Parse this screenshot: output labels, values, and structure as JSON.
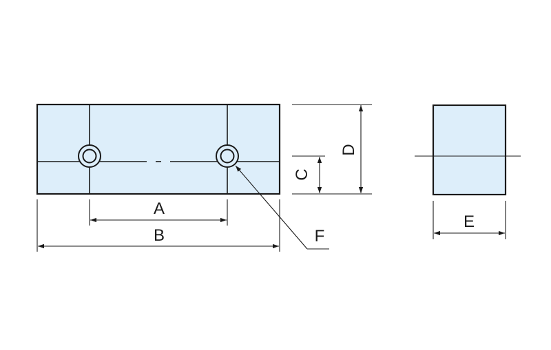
{
  "labels": {
    "a": "A",
    "b": "B",
    "c": "C",
    "d": "D",
    "e": "E",
    "f": "F"
  },
  "colors": {
    "line": "#1a1a1a",
    "fill": "#ddeefa",
    "background": "#ffffff"
  }
}
